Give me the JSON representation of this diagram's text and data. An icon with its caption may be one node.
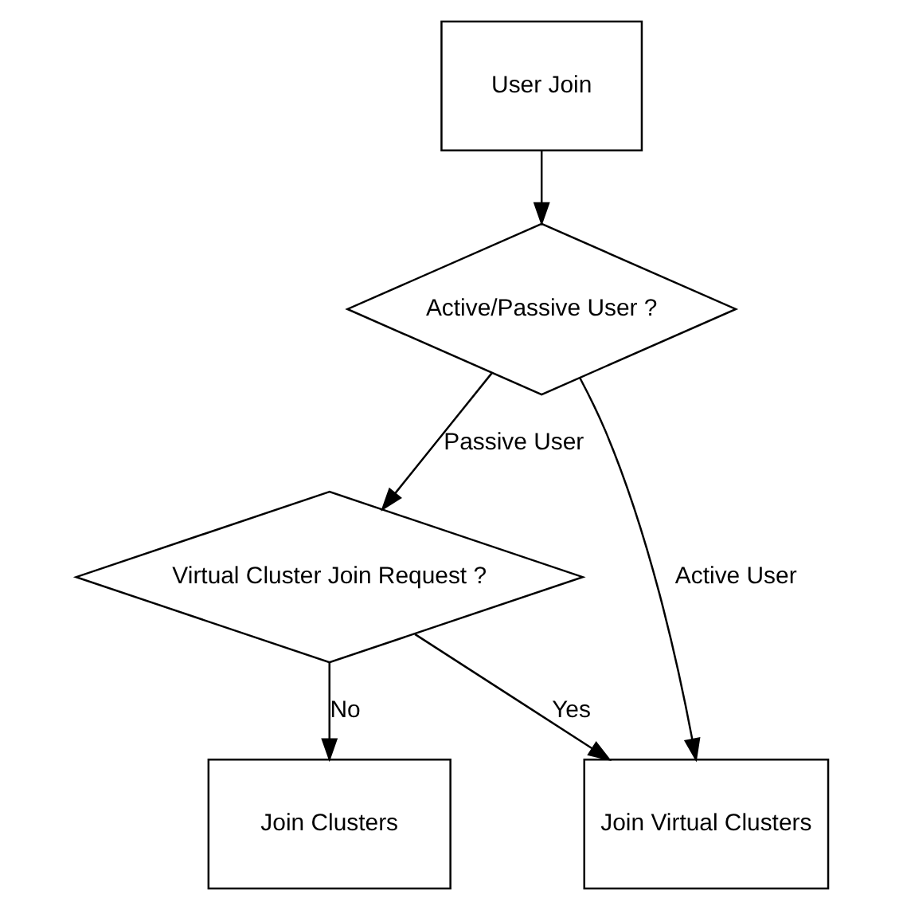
{
  "diagram": {
    "nodes": [
      {
        "text": [
          "User Join"
        ]
      },
      {
        "text": [
          "Active/Passive User ?"
        ]
      },
      {
        "text": [
          "Virtual Cluster Join Request ?"
        ]
      },
      {
        "text": [
          "Join Virtual Clusters"
        ]
      },
      {
        "text": [
          "Join Clusters"
        ]
      }
    ],
    "edges": [
      {
        "from": 0,
        "to": 1,
        "arrow": "to"
      },
      {
        "from": 1,
        "to": 2,
        "arrow": "to",
        "label": "Passive User"
      },
      {
        "from": 1,
        "to": 3,
        "arrow": "to",
        "label": "Active User"
      },
      {
        "from": 2,
        "to": 3,
        "arrow": "to",
        "label": "Yes"
      },
      {
        "from": 2,
        "to": 4,
        "arrow": "to",
        "label": "No"
      }
    ]
  }
}
